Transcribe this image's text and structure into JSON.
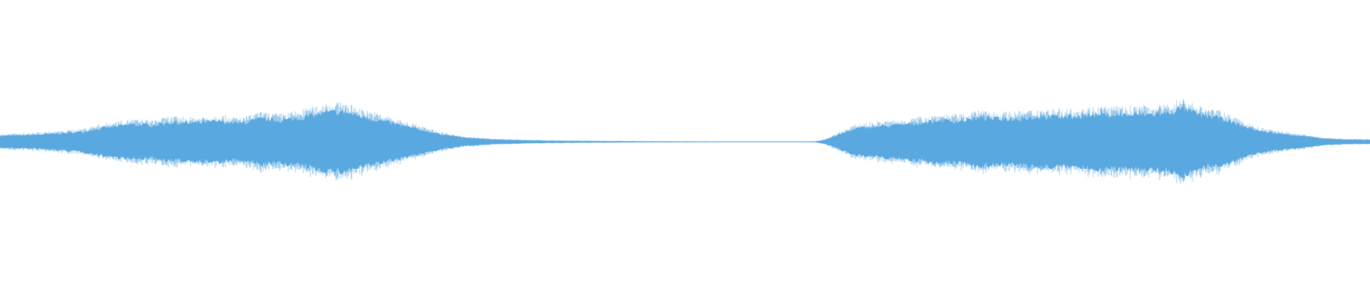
{
  "waveform": {
    "color": "#5aa8e0",
    "background": "#ffffff",
    "amplitude_profile": [
      [
        0.0,
        0.18
      ],
      [
        0.02,
        0.2
      ],
      [
        0.04,
        0.24
      ],
      [
        0.06,
        0.3
      ],
      [
        0.07,
        0.38
      ],
      [
        0.08,
        0.44
      ],
      [
        0.095,
        0.52
      ],
      [
        0.11,
        0.5
      ],
      [
        0.125,
        0.58
      ],
      [
        0.14,
        0.56
      ],
      [
        0.16,
        0.62
      ],
      [
        0.175,
        0.55
      ],
      [
        0.19,
        0.68
      ],
      [
        0.205,
        0.64
      ],
      [
        0.22,
        0.72
      ],
      [
        0.235,
        0.86
      ],
      [
        0.25,
        0.9
      ],
      [
        0.265,
        0.75
      ],
      [
        0.275,
        0.66
      ],
      [
        0.29,
        0.52
      ],
      [
        0.305,
        0.38
      ],
      [
        0.32,
        0.24
      ],
      [
        0.34,
        0.12
      ],
      [
        0.36,
        0.07
      ],
      [
        0.38,
        0.05
      ],
      [
        0.41,
        0.035
      ],
      [
        0.44,
        0.025
      ],
      [
        0.47,
        0.018
      ],
      [
        0.5,
        0.015
      ],
      [
        0.54,
        0.012
      ],
      [
        0.58,
        0.01
      ],
      [
        0.595,
        0.015
      ],
      [
        0.602,
        0.06
      ],
      [
        0.61,
        0.18
      ],
      [
        0.625,
        0.4
      ],
      [
        0.64,
        0.46
      ],
      [
        0.655,
        0.5
      ],
      [
        0.67,
        0.56
      ],
      [
        0.685,
        0.64
      ],
      [
        0.7,
        0.62
      ],
      [
        0.715,
        0.72
      ],
      [
        0.73,
        0.68
      ],
      [
        0.745,
        0.7
      ],
      [
        0.76,
        0.76
      ],
      [
        0.775,
        0.74
      ],
      [
        0.79,
        0.78
      ],
      [
        0.805,
        0.82
      ],
      [
        0.82,
        0.8
      ],
      [
        0.835,
        0.82
      ],
      [
        0.85,
        0.84
      ],
      [
        0.863,
        1.0
      ],
      [
        0.875,
        0.82
      ],
      [
        0.89,
        0.72
      ],
      [
        0.905,
        0.5
      ],
      [
        0.92,
        0.32
      ],
      [
        0.935,
        0.24
      ],
      [
        0.95,
        0.18
      ],
      [
        0.965,
        0.1
      ],
      [
        0.98,
        0.07
      ],
      [
        1.0,
        0.06
      ]
    ],
    "spikes": [
      [
        0.068,
        1.05
      ],
      [
        0.082,
        1.02
      ],
      [
        0.095,
        1.06
      ],
      [
        0.108,
        1.04
      ],
      [
        0.122,
        1.08
      ],
      [
        0.136,
        1.05
      ],
      [
        0.148,
        1.1
      ],
      [
        0.162,
        1.06
      ],
      [
        0.178,
        1.12
      ],
      [
        0.193,
        1.1
      ],
      [
        0.207,
        1.12
      ],
      [
        0.224,
        1.18
      ],
      [
        0.238,
        1.22
      ],
      [
        0.252,
        1.16
      ],
      [
        0.268,
        1.1
      ],
      [
        0.688,
        1.08
      ],
      [
        0.702,
        1.12
      ],
      [
        0.718,
        1.1
      ],
      [
        0.732,
        1.12
      ],
      [
        0.746,
        1.14
      ],
      [
        0.76,
        1.12
      ],
      [
        0.775,
        1.16
      ],
      [
        0.79,
        1.14
      ],
      [
        0.804,
        1.16
      ],
      [
        0.818,
        1.16
      ],
      [
        0.832,
        1.14
      ],
      [
        0.846,
        1.16
      ],
      [
        0.864,
        1.2
      ],
      [
        0.88,
        1.12
      ],
      [
        0.895,
        1.1
      ]
    ]
  }
}
